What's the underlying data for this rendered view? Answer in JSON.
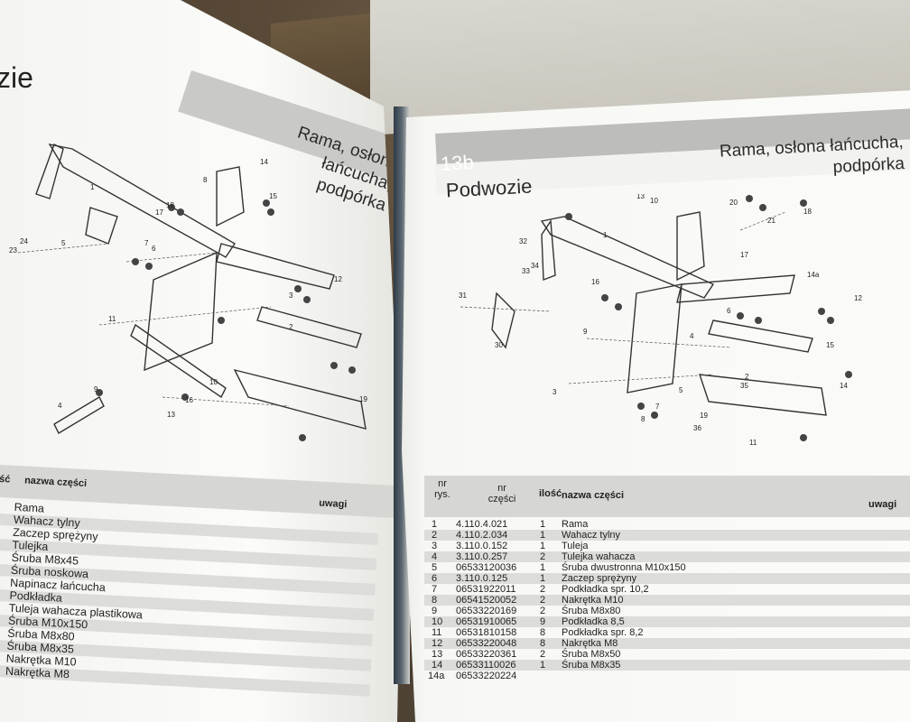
{
  "left_page": {
    "partial_word": "zie",
    "header_title_line1": "Rama, osłona łańcucha,",
    "header_title_line2": "podpórka",
    "table_header": {
      "name": "nazwa części",
      "notes": "uwagi",
      "partial": "ść"
    },
    "rows": [
      "Rama",
      "Wahacz tylny",
      "Zaczep sprężyny",
      "Tulejka",
      "Śruba M8x45",
      "Śruba noskowa",
      "Napinacz łańcucha",
      "Podkładka",
      "Tuleja wahacza plastikowa",
      "Śruba M10x150",
      "Śruba M8x80",
      "Śruba M8x35",
      "Nakrętka M10",
      "Nakrętka M8"
    ],
    "diagram_labels": [
      "1",
      "2",
      "3",
      "4",
      "5",
      "6",
      "7",
      "8",
      "9",
      "10",
      "11",
      "12",
      "13",
      "14",
      "15",
      "16",
      "17",
      "18",
      "19",
      "23",
      "24"
    ]
  },
  "right_page": {
    "badge": "13b",
    "section": "Podwozie",
    "header_title_line1": "Rama, osłona łańcucha,",
    "header_title_line2": "podpórka",
    "table_header": {
      "nr_rys": [
        "nr",
        "rys."
      ],
      "nr_czesci": [
        "nr",
        "części"
      ],
      "ilosc": "ilość",
      "name": "nazwa części",
      "notes": "uwagi"
    },
    "rows": [
      {
        "nr": "1",
        "code": "4.110.4.021",
        "qty": "1",
        "name": "Rama"
      },
      {
        "nr": "2",
        "code": "4.110.2.034",
        "qty": "1",
        "name": "Wahacz tylny"
      },
      {
        "nr": "3",
        "code": "3.110.0.152",
        "qty": "1",
        "name": "Tuleja"
      },
      {
        "nr": "4",
        "code": "3.110.0.257",
        "qty": "2",
        "name": "Tulejka wahacza"
      },
      {
        "nr": "5",
        "code": "06533120036",
        "qty": "1",
        "name": "Śruba dwustronna M10x150"
      },
      {
        "nr": "6",
        "code": "3.110.0.125",
        "qty": "1",
        "name": "Zaczep sprężyny"
      },
      {
        "nr": "7",
        "code": "06531922011",
        "qty": "2",
        "name": "Podkładka spr. 10,2"
      },
      {
        "nr": "8",
        "code": "06541520052",
        "qty": "2",
        "name": "Nakrętka M10"
      },
      {
        "nr": "9",
        "code": "06533220169",
        "qty": "2",
        "name": "Śruba M8x80"
      },
      {
        "nr": "10",
        "code": "06531910065",
        "qty": "9",
        "name": "Podkładka 8,5"
      },
      {
        "nr": "11",
        "code": "06531810158",
        "qty": "8",
        "name": "Podkładka spr. 8,2"
      },
      {
        "nr": "12",
        "code": "06533220048",
        "qty": "8",
        "name": "Nakrętka M8"
      },
      {
        "nr": "13",
        "code": "06533220361",
        "qty": "2",
        "name": "Śruba M8x50"
      },
      {
        "nr": "14",
        "code": "06533110026",
        "qty": "1",
        "name": "Śruba M8x35"
      },
      {
        "nr": "14a",
        "code": "06533220224",
        "qty": "",
        "name": ""
      }
    ],
    "diagram_labels": [
      "1",
      "2",
      "3",
      "4",
      "5",
      "6",
      "7",
      "8",
      "9",
      "10",
      "11",
      "12",
      "13",
      "14",
      "14a",
      "15",
      "16",
      "17",
      "18",
      "19",
      "20",
      "21",
      "30",
      "31",
      "32",
      "33",
      "34",
      "35",
      "36"
    ]
  }
}
